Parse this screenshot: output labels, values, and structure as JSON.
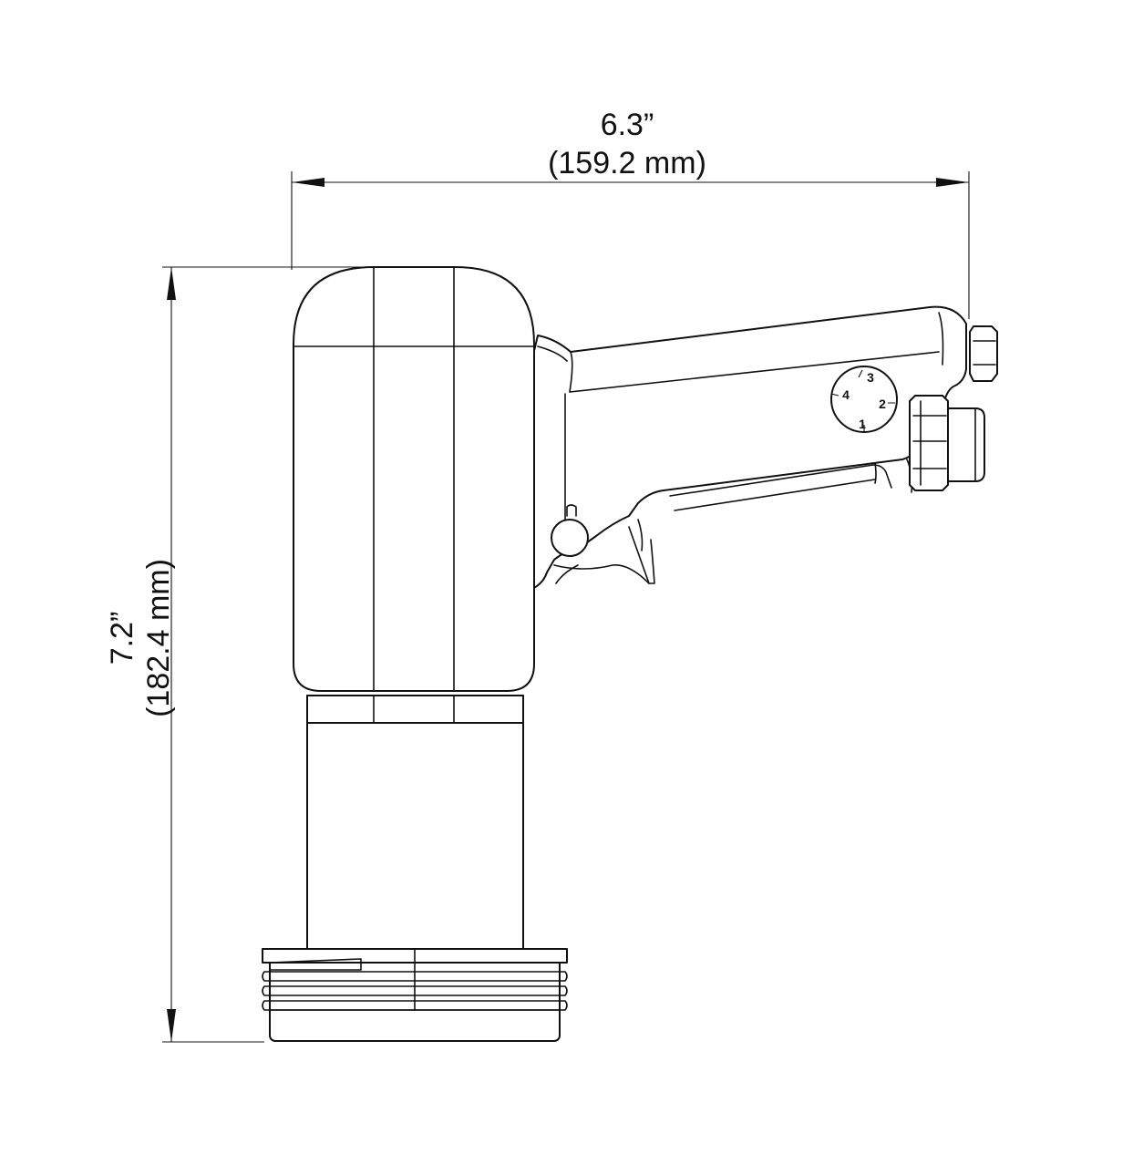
{
  "width_dimension": {
    "imperial": "6.3”",
    "metric": "(159.2 mm)"
  },
  "height_dimension": {
    "imperial": "7.2”",
    "metric": "(182.4 mm)"
  },
  "selector_dial": {
    "positions": [
      "1",
      "2",
      "3",
      "4"
    ]
  }
}
